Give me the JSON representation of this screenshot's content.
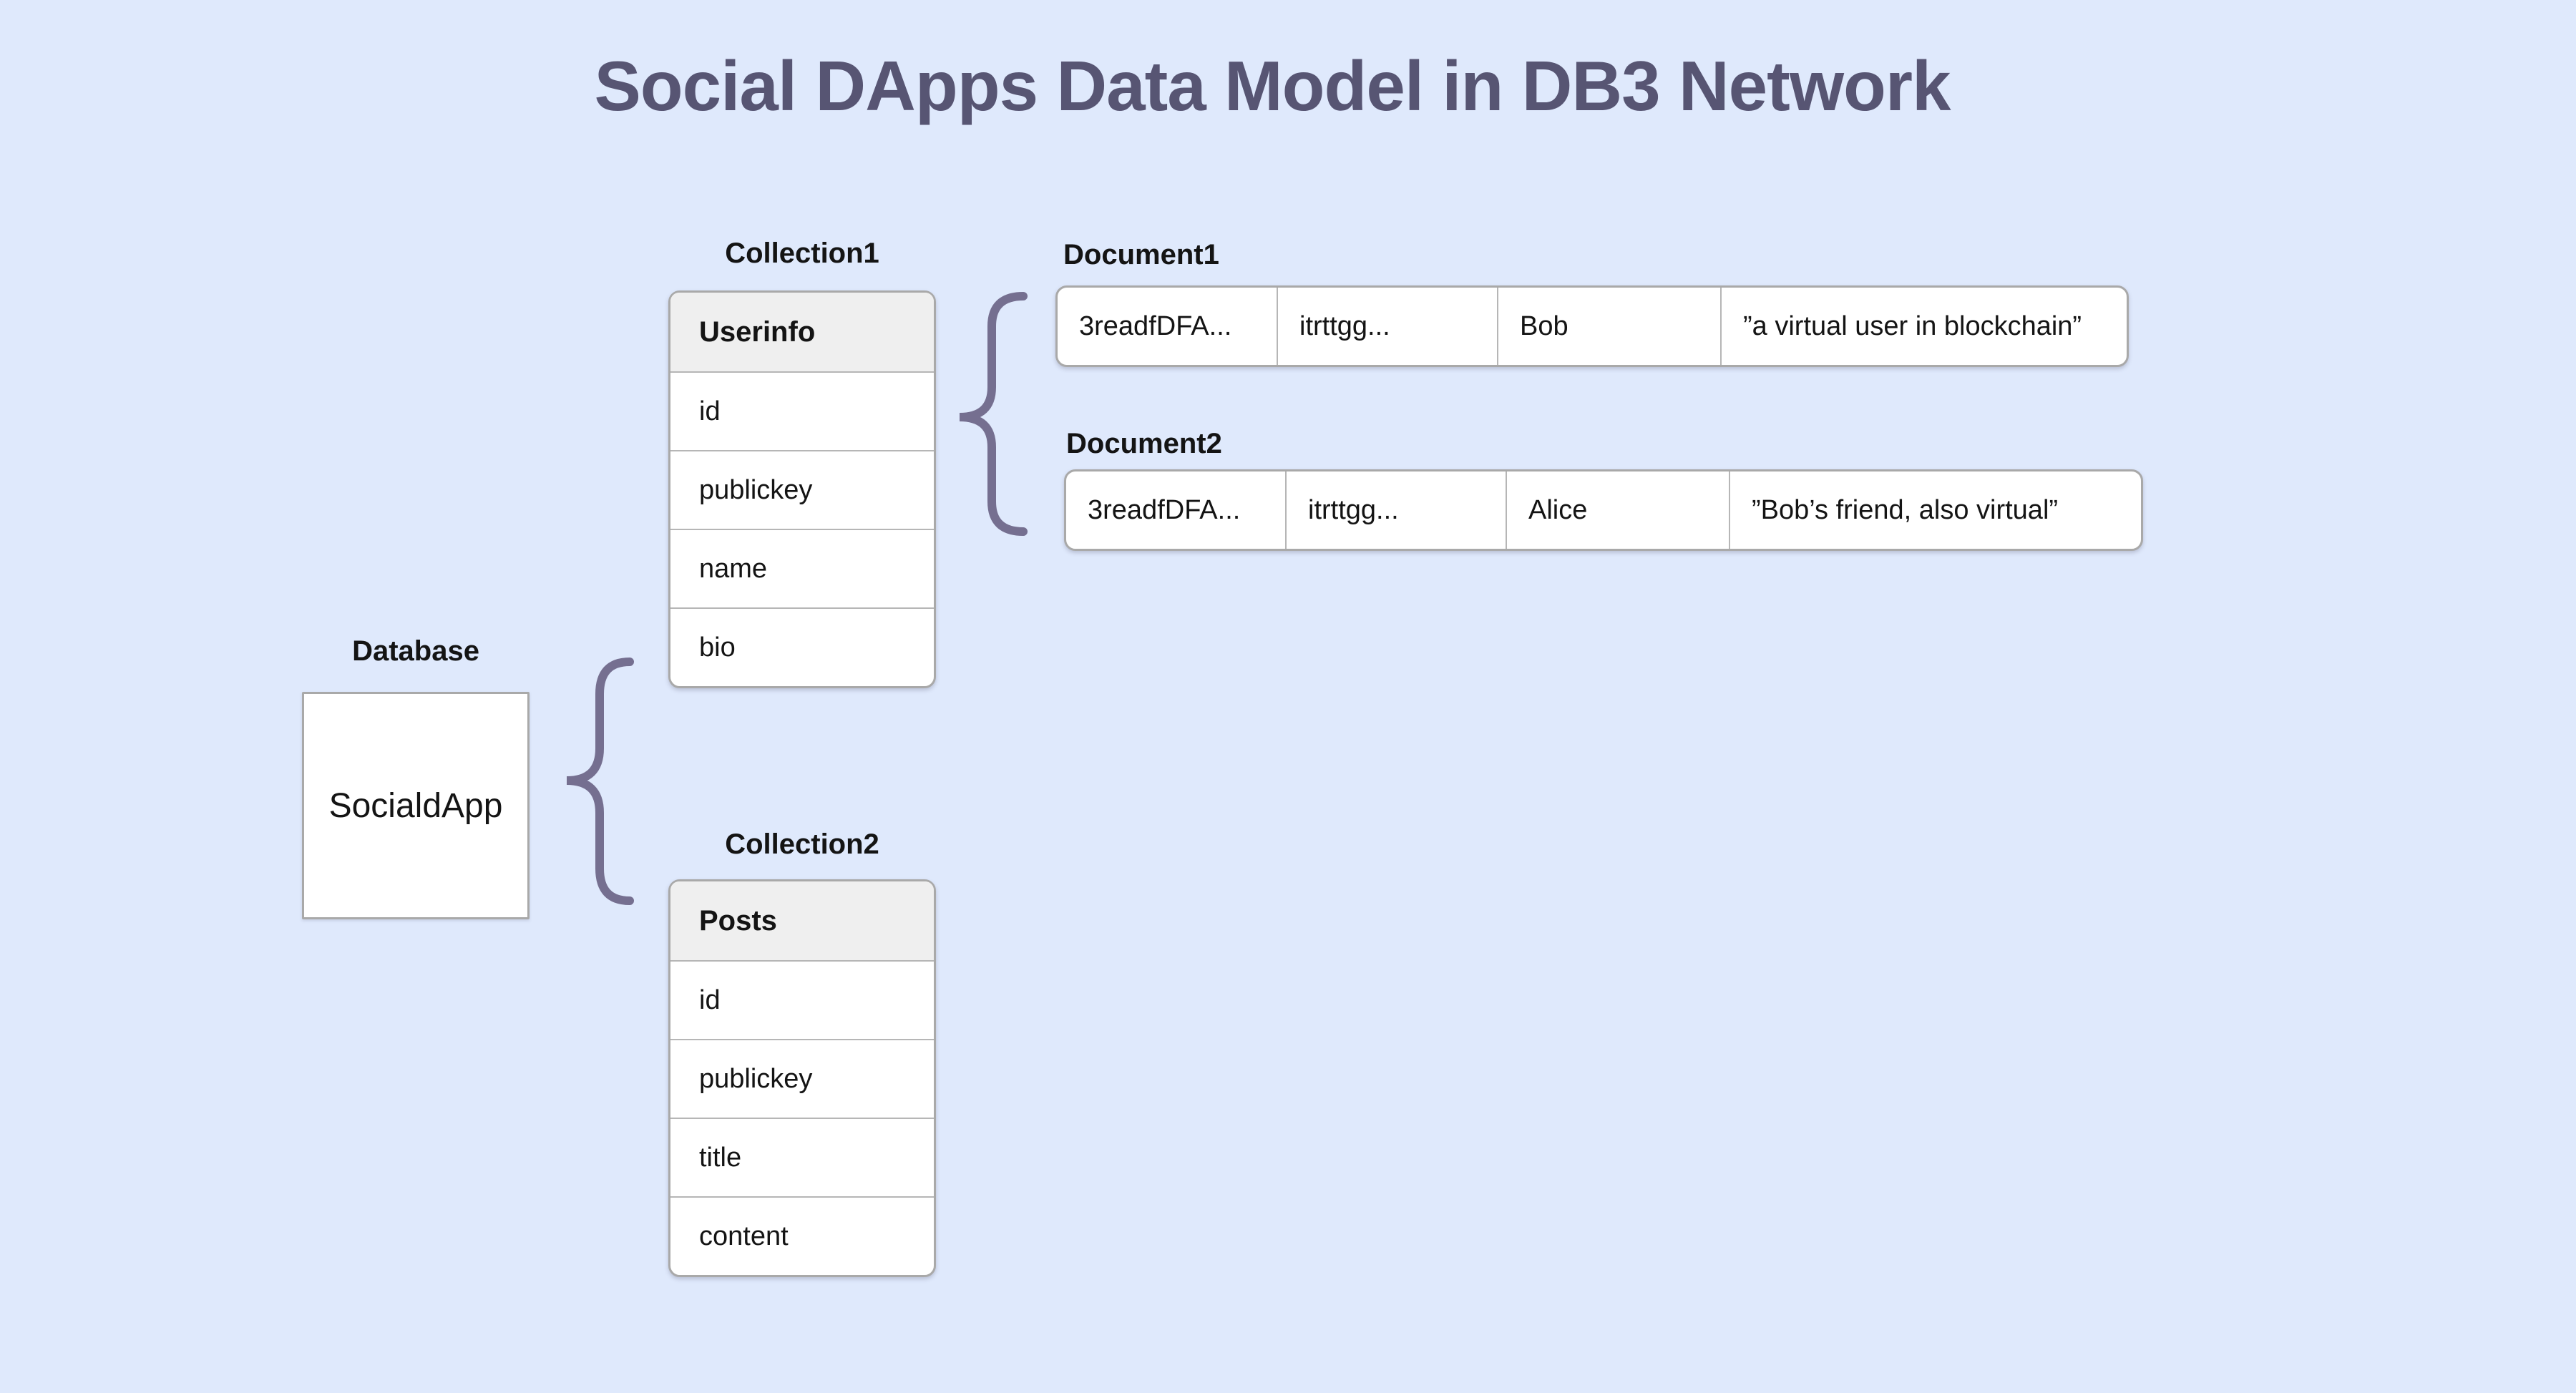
{
  "title": "Social DApps Data Model in DB3 Network",
  "colors": {
    "background": "#dfe9fc",
    "title_text": "#575573",
    "brace": "#756f90",
    "table_border": "#a9a9a9",
    "header_row_bg": "#efefef",
    "body_text": "#141414"
  },
  "icons": {
    "connector": "curly-brace"
  },
  "database": {
    "label": "Database",
    "value": "SocialdApp"
  },
  "collections": [
    {
      "label": "Collection1",
      "header": "Userinfo",
      "fields": [
        "id",
        "publickey",
        "name",
        "bio"
      ]
    },
    {
      "label": "Collection2",
      "header": "Posts",
      "fields": [
        "id",
        "publickey",
        "title",
        "content"
      ]
    }
  ],
  "documents": [
    {
      "label": "Document1",
      "cells": [
        "3readfDFA...",
        "itrttgg...",
        "Bob",
        "”a virtual user in blockchain”"
      ]
    },
    {
      "label": "Document2",
      "cells": [
        "3readfDFA...",
        "itrttgg...",
        "Alice",
        "”Bob’s friend, also virtual”"
      ]
    }
  ]
}
